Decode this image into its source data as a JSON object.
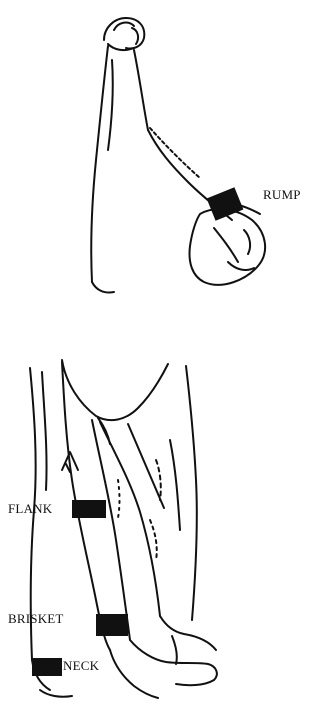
{
  "labels": {
    "rump": "RUMP",
    "flank": "FLANK",
    "brisket": "BRISKET",
    "neck": "NECK"
  },
  "colors": {
    "ink": "#111111",
    "background": "#ffffff"
  }
}
